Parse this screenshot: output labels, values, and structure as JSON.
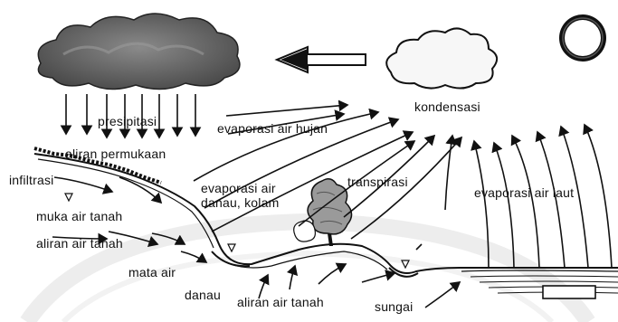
{
  "labels": {
    "kondensasi": "kondensasi",
    "presipitasi": "presipitasi",
    "aliran_permukaan": "aliran permukaan",
    "evaporasi_air_hujan": "evaporasi air hujan",
    "infiltrasi": "infiltrasi",
    "evaporasi_air_danau_line1": "evaporasi air",
    "evaporasi_air_danau_line2": "danau, kolam",
    "transpirasi": "transpirasi",
    "evaporasi_air_laut": "evaporasi air laut",
    "muka_air_tanah": "muka air tanah",
    "aliran_air_tanah_left": "aliran air tanah",
    "mata_air": "mata air",
    "danau": "danau",
    "aliran_air_tanah_bottom": "aliran air tanah",
    "sungai": "sungai"
  },
  "icons": {
    "sun": "sun-icon",
    "rain_cloud": "rain-cloud-icon",
    "condensation_cloud": "cloud-icon",
    "tree": "tree-icon",
    "arrow": "arrow-icon"
  },
  "colors": {
    "ink": "#111111",
    "cloud_dark": "#6f6f6f",
    "cloud_light": "#f4f4f4",
    "sun_core": "#ffffff",
    "watermark": "#e2e2e2"
  }
}
